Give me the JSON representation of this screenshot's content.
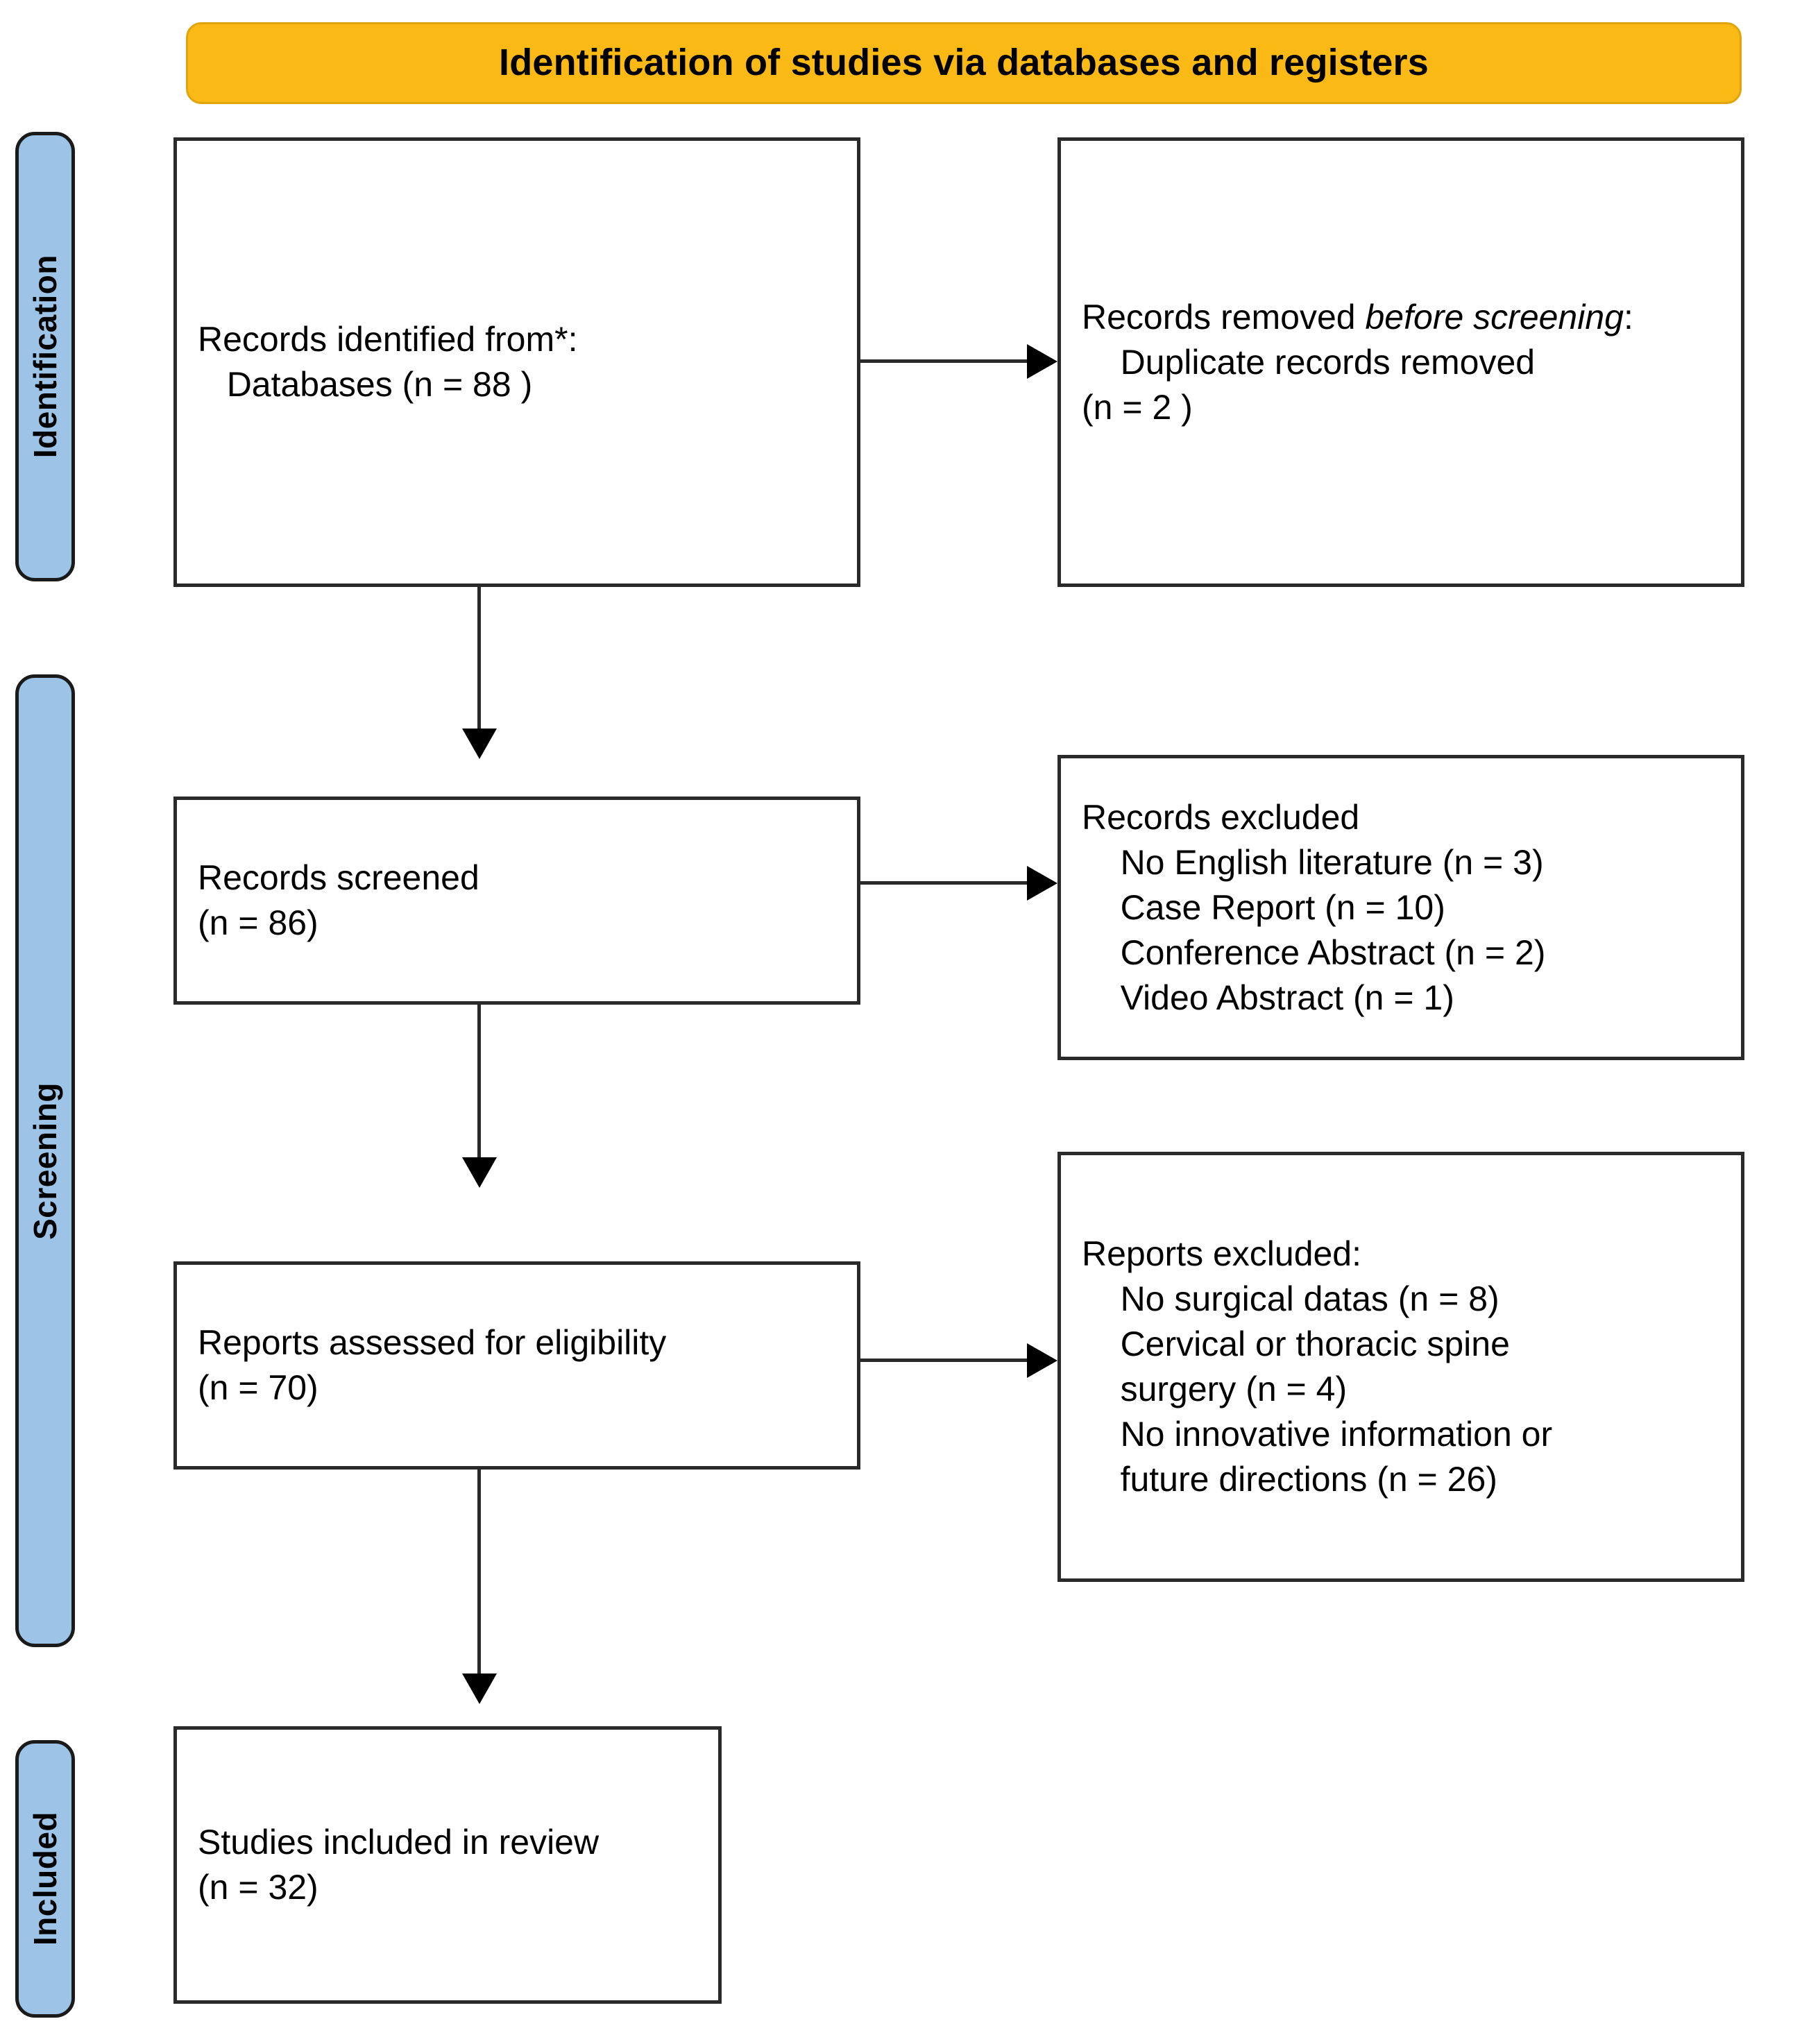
{
  "banner": {
    "title": "Identification of studies via databases and registers",
    "color": "#FAB915"
  },
  "stages": {
    "color": "#9DC3E6",
    "identification": "Identification",
    "screening": "Screening",
    "included": "Included"
  },
  "boxes": {
    "identified": {
      "line1": "Records identified from*:",
      "line2": "Databases (n = 88 )",
      "text": "Records identified from*:\n   Databases (n = 88 )"
    },
    "removed": {
      "lead": "Records removed ",
      "italic": "before screening",
      "colon": ":",
      "items": "    Duplicate records removed\n(n = 2 )"
    },
    "screened": {
      "text": "Records screened\n(n = 86)"
    },
    "records_excluded": {
      "title": "Records excluded",
      "items": [
        "No English literature (n = 3)",
        "Case Report (n = 10)",
        "Conference Abstract (n = 2)",
        "Video Abstract (n = 1)"
      ],
      "text": "Records excluded\n    No English literature (n = 3)\n    Case Report (n = 10)\n    Conference Abstract (n = 2)\n    Video Abstract (n = 1)"
    },
    "eligibility": {
      "text": "Reports assessed for eligibility\n(n = 70)"
    },
    "reports_excluded": {
      "title": "Reports excluded:",
      "items": [
        "No surgical datas (n = 8)",
        "Cervical or thoracic spine surgery (n = 4)",
        "No innovative information or future directions (n = 26)"
      ],
      "text": "Reports excluded:\n    No surgical datas (n = 8)\n    Cervical or thoracic spine\n    surgery (n = 4)\n    No innovative information or\n    future directions (n = 26)"
    },
    "included": {
      "text": "Studies included in review\n(n = 32)"
    }
  }
}
